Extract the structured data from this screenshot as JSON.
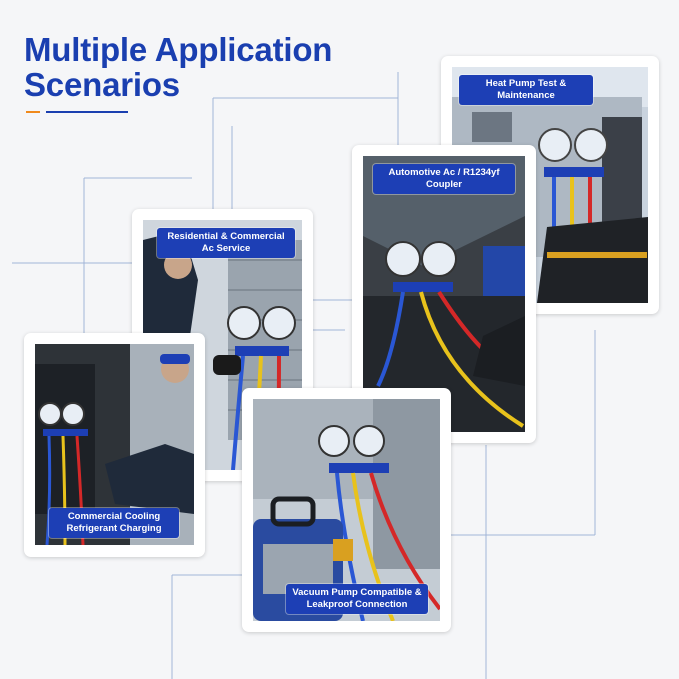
{
  "title": {
    "line1": "Multiple Application",
    "line2": "Scenarios"
  },
  "colors": {
    "brand": "#1a3fb0",
    "accent": "#f08a1c",
    "label_bg": "#1d3fb5"
  },
  "cards": {
    "heat_pump": {
      "line1": "Heat Pump Test &",
      "line2": "Maintenance"
    },
    "automotive": {
      "line1": "Automotive Ac / R1234yf",
      "line2": "Coupler"
    },
    "residential": {
      "line1": "Residential & Commercial",
      "line2": "Ac Service"
    },
    "commercial": {
      "line1": "Commercial Cooling",
      "line2": "Refrigerant Charging"
    },
    "vacuum": {
      "line1": "Vacuum Pump Compatible &",
      "line2": "Leakproof Connection"
    }
  }
}
